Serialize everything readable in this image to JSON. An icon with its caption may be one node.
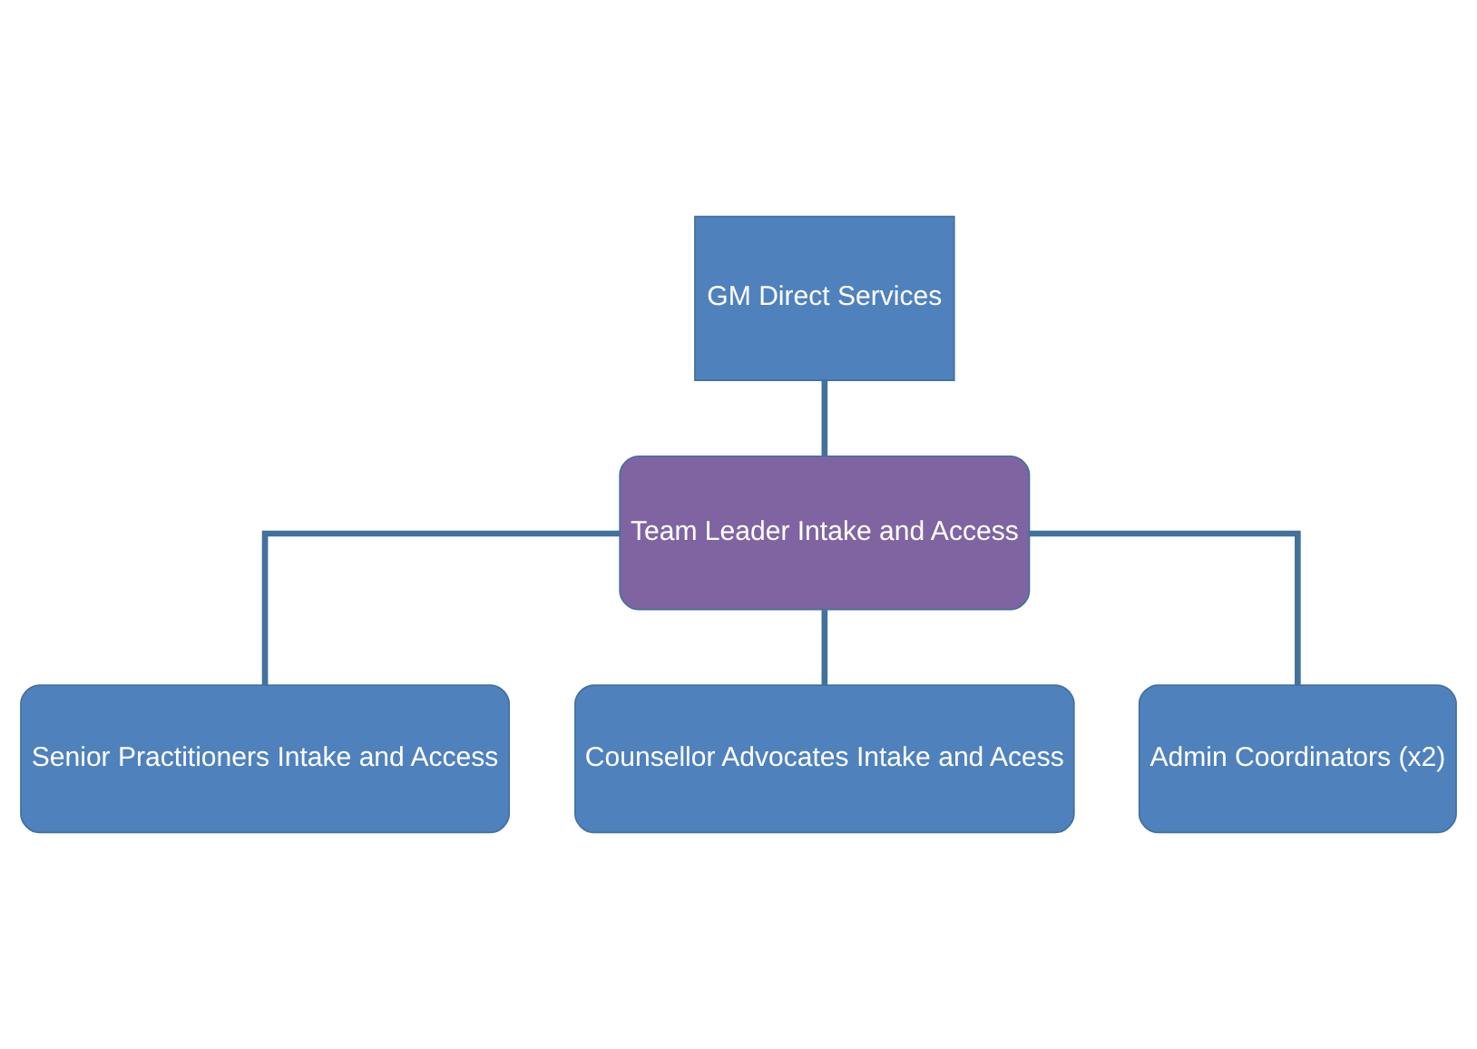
{
  "diagram": {
    "nodes": [
      {
        "text": [
          "GM Direct Services"
        ]
      },
      {
        "text": [
          "Team Leader Intake and Access"
        ]
      },
      {
        "text": [
          "Senior Practitioners Intake and Access"
        ]
      },
      {
        "text": [
          "Counsellor Advocates Intake and Acess"
        ]
      },
      {
        "text": [
          "Admin Coordinators (x2)"
        ]
      }
    ],
    "edges": [
      {
        "from": 0,
        "to": 1,
        "arrow": "none"
      },
      {
        "from": 1,
        "to": 2,
        "arrow": "none"
      },
      {
        "from": 1,
        "to": 3,
        "arrow": "none"
      },
      {
        "from": 1,
        "to": 4,
        "arrow": "none"
      }
    ]
  }
}
